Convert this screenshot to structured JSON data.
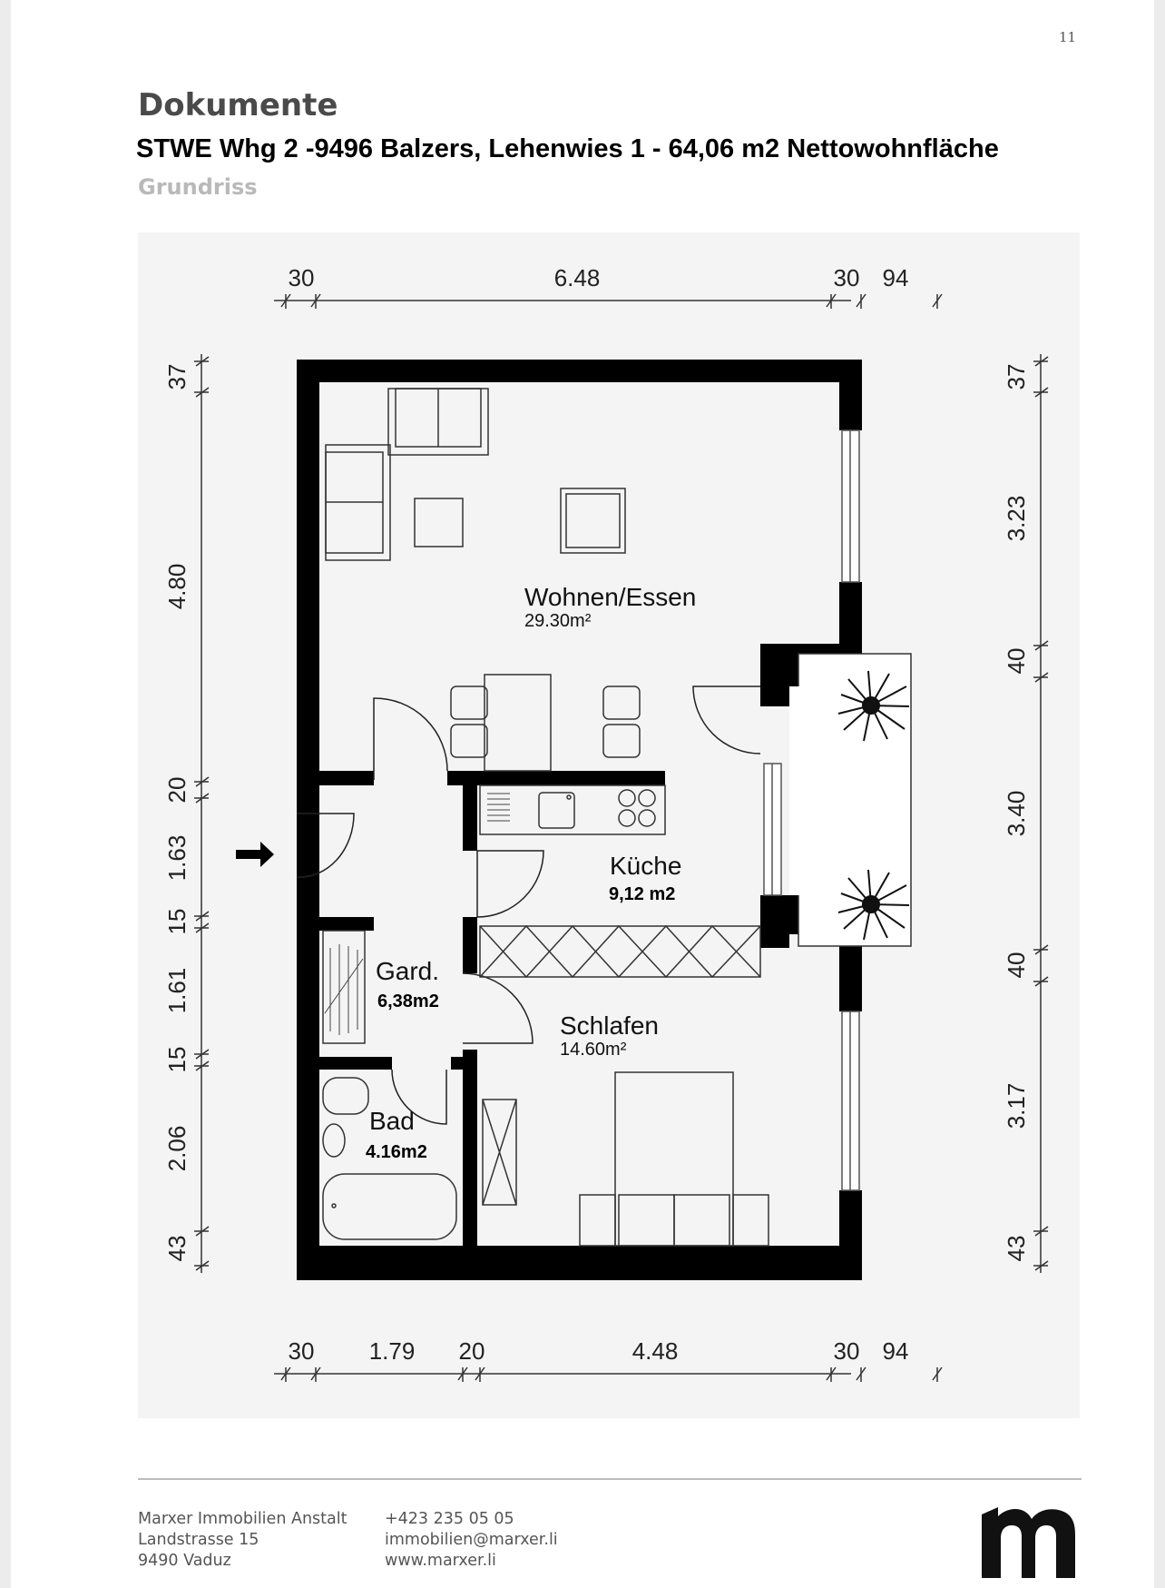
{
  "page": {
    "number": "11"
  },
  "header": {
    "section": "Dokumente",
    "title": "STWE Whg 2 -9496 Balzers, Lehenwies 1 - 64,06 m2 Nettowohnfläche",
    "subtitle": "Grundriss"
  },
  "floorplan": {
    "dims_top": {
      "d1": "30",
      "d2": "6.48",
      "d3": "30",
      "d4": "94"
    },
    "dims_bottom": {
      "d1": "30",
      "d2": "1.79",
      "d3": "20",
      "d4": "4.48",
      "d5": "30",
      "d6": "94"
    },
    "dims_left": {
      "d1": "37",
      "d2": "4.80",
      "d3": "20",
      "d4": "1.63",
      "d5": "15",
      "d6": "1.61",
      "d7": "15",
      "d8": "2.06",
      "d9": "43"
    },
    "dims_right": {
      "d1": "37",
      "d2": "3.23",
      "d3": "40",
      "d4": "3.40",
      "d5": "40",
      "d6": "3.17",
      "d7": "43"
    },
    "rooms": {
      "wohnen": {
        "name": "Wohnen/Essen",
        "area": "29.30m²"
      },
      "kueche": {
        "name": "Küche",
        "area": "9,12 m2"
      },
      "gard": {
        "name": "Gard.",
        "area": "6,38m2"
      },
      "schlafen": {
        "name": "Schlafen",
        "area": "14.60m²"
      },
      "bad": {
        "name": "Bad",
        "area": "4.16m2"
      }
    }
  },
  "footer": {
    "company": "Marxer Immobilien Anstalt",
    "street": "Landstrasse 15",
    "city": "9490 Vaduz",
    "phone": "+423 235 05 05",
    "email": "immobilien@marxer.li",
    "web": "www.marxer.li",
    "logo_letter": "m"
  }
}
